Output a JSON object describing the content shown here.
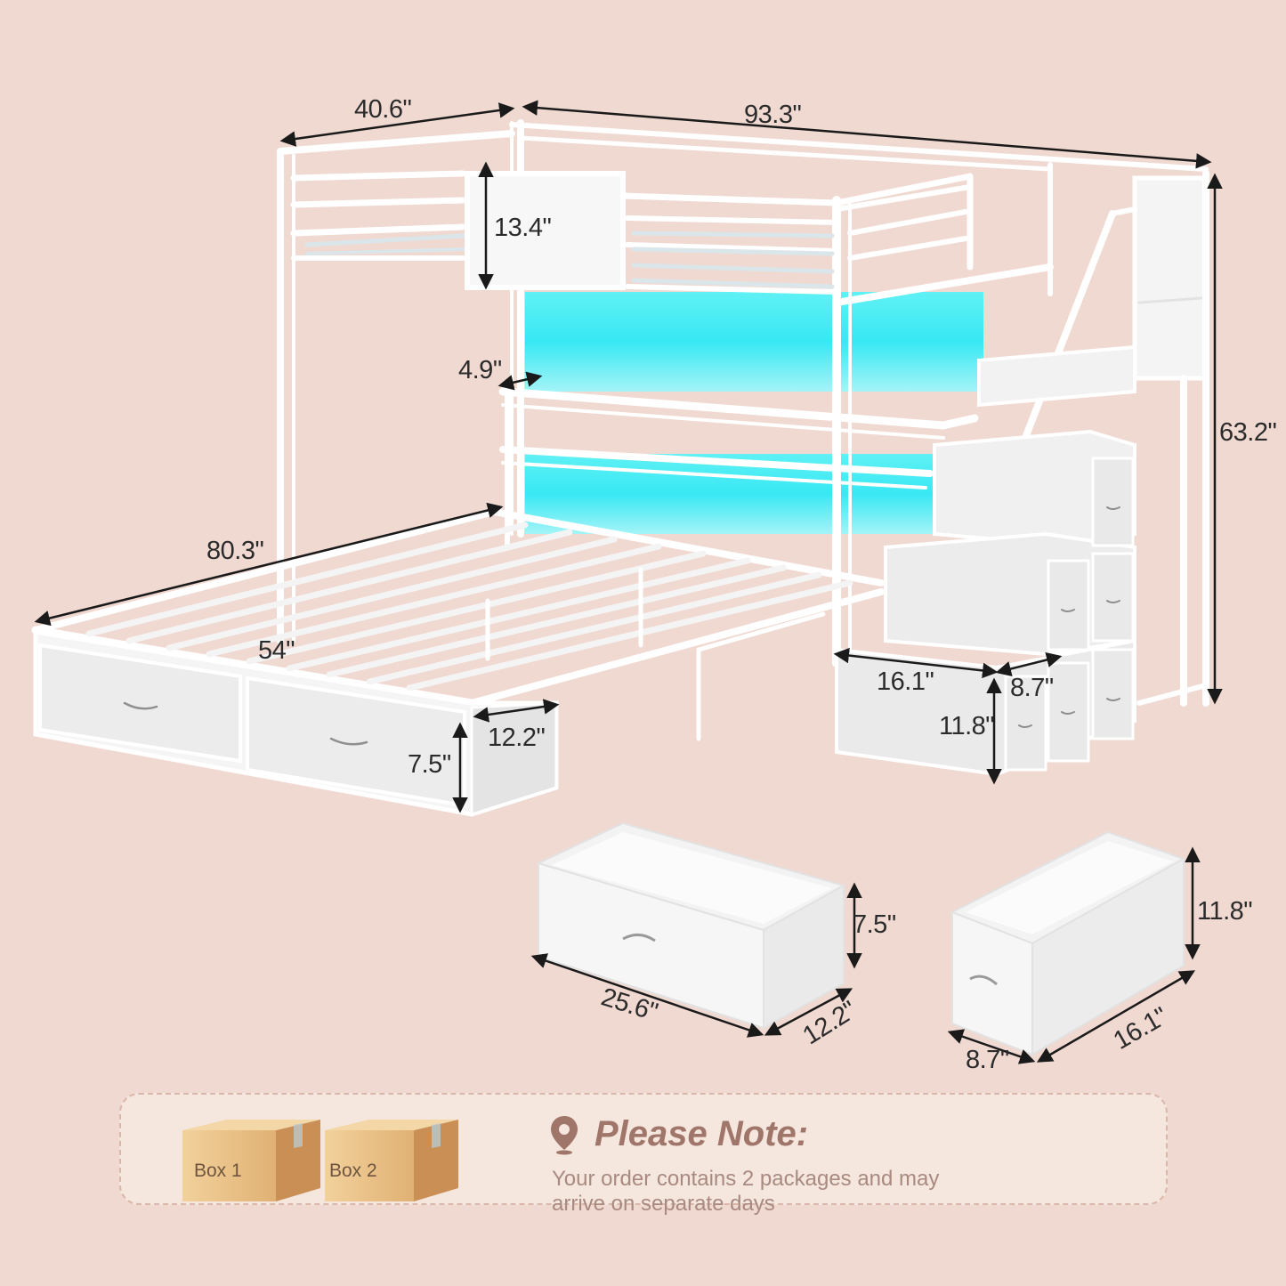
{
  "dimensions": {
    "loft_width": "40.6\"",
    "total_length": "93.3\"",
    "guardrail_height": "13.4\"",
    "total_height": "63.2\"",
    "shelf_depth": "4.9\"",
    "bed_length": "80.3\"",
    "bed_width": "54\"",
    "drawer_depth": "12.2\"",
    "drawer_height": "7.5\"",
    "stair_width": "16.1\"",
    "stair_depth": "8.7\"",
    "stair_step_height": "11.8\""
  },
  "drawer_large": {
    "height": "7.5\"",
    "length": "25.6\"",
    "depth": "12.2\""
  },
  "drawer_small": {
    "height": "11.8\"",
    "length": "16.1\"",
    "depth": "8.7\""
  },
  "note": {
    "title": "Please Note:",
    "body": "Your order contains 2 packages and may arrive on separate days",
    "box1_label": "Box 1",
    "box2_label": "Box 2"
  },
  "colors": {
    "background": "#f0d9d1",
    "frame": "#ffffff",
    "led": "#33e6f0",
    "note_title": "#a0766a",
    "box": "#e3b57a"
  },
  "icons": [
    "location-pin-icon",
    "box-icon"
  ]
}
